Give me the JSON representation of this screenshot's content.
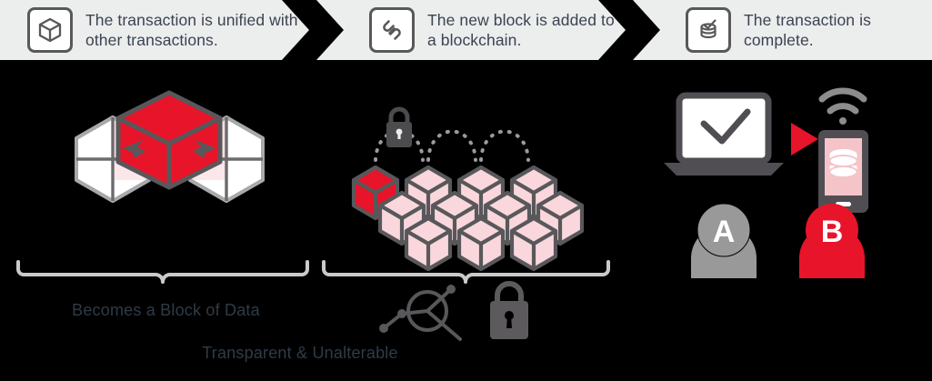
{
  "banner": {
    "steps": [
      {
        "icon": "cube-icon",
        "text": "The transaction is unified with other transactions."
      },
      {
        "icon": "chain-link-icon",
        "text": "The new block is added to a blockchain."
      },
      {
        "icon": "database-check-icon",
        "text": "The transaction is complete."
      }
    ]
  },
  "panels": {
    "left": {
      "caption": "Becomes a Block of Data",
      "blocks": [
        {
          "name": "side-block-left",
          "fill": "#ffffff",
          "accent": "#fadfe2"
        },
        {
          "name": "center-block",
          "fill": "#e8142a",
          "accent": "#e8142a"
        },
        {
          "name": "side-block-right",
          "fill": "#ffffff",
          "accent": "#fadfe2"
        }
      ],
      "arrows": 2
    },
    "middle": {
      "caption": "Transparent & Unalterable",
      "chain_blocks": 13,
      "highlight_block_fill": "#e8142a",
      "block_fill": "#fad7dc",
      "lock_icon": "padlock-icon",
      "link_arcs": 3,
      "icons": [
        "network-magnifier-icon",
        "padlock-icon"
      ]
    },
    "right": {
      "laptop_icon": "laptop-check-icon",
      "arrow_icon": "red-play-arrow-icon",
      "phone_icon": "phone-database-icon",
      "wifi_icon": "wifi-icon",
      "people": [
        {
          "label": "A",
          "color": "#999999",
          "name": "person-a"
        },
        {
          "label": "B",
          "color": "#e8142a",
          "name": "person-b"
        }
      ]
    }
  },
  "colors": {
    "red": "#e8142a",
    "pink": "#fad7dc",
    "gray_outline": "#58585b",
    "banner_bg": "#eceded",
    "text": "#3a4450",
    "brace": "#c9cbcb"
  }
}
